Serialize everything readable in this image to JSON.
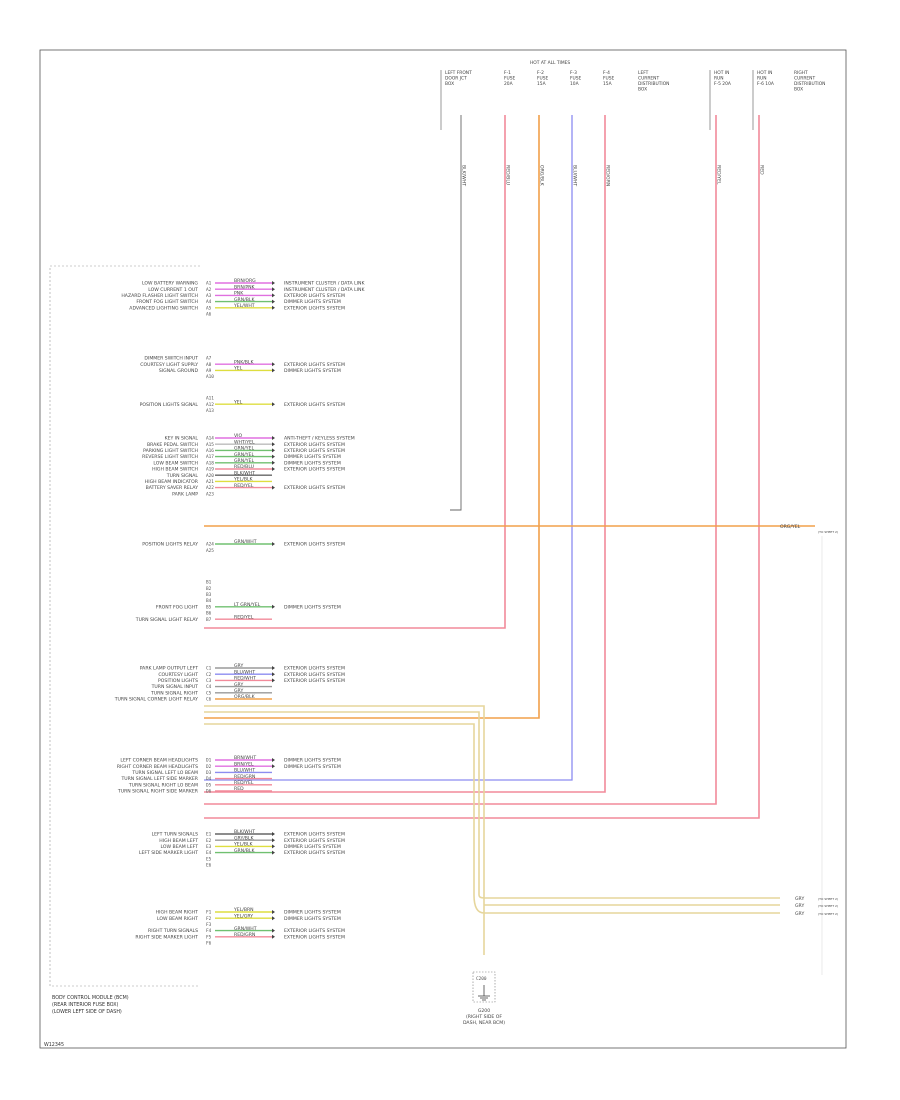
{
  "diagram": {
    "component_caption": [
      "BODY CONTROL MODULE (BCM)",
      "(REAR INTERIOR FUSE BOX)",
      "(LOWER LEFT SIDE OF DASH)"
    ],
    "ground_caption": [
      "G200",
      "(RIGHT SIDE OF",
      "DASH, NEAR BCM)"
    ],
    "ground_connector": "C200",
    "footer_code": "W12345",
    "right_ext_labels": [
      "(TO SHEET 2)",
      "(TO SHEET 2)",
      "(TO SHEET 2)",
      "(TO SHEET 2)"
    ],
    "top_header": {
      "group_title": "HOT AT ALL TIMES",
      "fuses": [
        {
          "lines": [
            "LEFT FRONT",
            "DOOR JCT",
            "BOX"
          ]
        },
        {
          "lines": [
            "F-1",
            "FUSE",
            "20A"
          ]
        },
        {
          "lines": [
            "F-2",
            "FUSE",
            "15A"
          ]
        },
        {
          "lines": [
            "F-3",
            "FUSE",
            "10A"
          ]
        },
        {
          "lines": [
            "F-4",
            "FUSE",
            "15A"
          ]
        },
        {
          "lines": [
            "LEFT",
            "CURRENT",
            "DISTRIBUTION",
            "BOX"
          ]
        },
        {
          "lines": [
            "HOT IN",
            "RUN",
            "F-5 20A"
          ]
        },
        {
          "lines": [
            "HOT IN",
            "RUN",
            "F-6 10A"
          ]
        },
        {
          "lines": [
            "RIGHT",
            "CURRENT",
            "DISTRIBUTION",
            "BOX"
          ]
        }
      ],
      "wire_labels": [
        "BLK/WHT",
        "RED/BLU",
        "ORG/BLK",
        "BLU/WHT",
        "RED/GRN",
        "RED/YEL",
        "RED"
      ]
    },
    "pin_groups": [
      {
        "rows": [
          {
            "label": "LOW BATTERY WARNING",
            "pin": "A1",
            "wire": "BRN/ORG",
            "dest": "INSTRUMENT CLUSTER / DATA LINK"
          },
          {
            "label": "LOW CURRENT 1 OUT",
            "pin": "A2",
            "wire": "BRN/PNK",
            "dest": "INSTRUMENT CLUSTER / DATA LINK"
          },
          {
            "label": "HAZARD FLASHER LIGHT SWITCH",
            "pin": "A3",
            "wire": "PNK",
            "dest": "EXTERIOR LIGHTS SYSTEM"
          },
          {
            "label": "FRONT FOG LIGHT SWITCH",
            "pin": "A4",
            "wire": "GRN/BLK",
            "dest": "DIMMER LIGHTS SYSTEM"
          },
          {
            "label": "ADVANCED LIGHTING SWITCH",
            "pin": "A5",
            "wire": "YEL/WHT",
            "dest": "EXTERIOR LIGHTS SYSTEM"
          },
          {
            "label": "",
            "pin": "A6",
            "wire": "",
            "dest": ""
          }
        ]
      },
      {
        "rows": [
          {
            "label": "DIMMER SWITCH INPUT",
            "pin": "A7",
            "wire": "",
            "dest": ""
          },
          {
            "label": "COURTESY LIGHT SUPPLY",
            "pin": "A8",
            "wire": "PNK/BLK",
            "dest": "EXTERIOR LIGHTS SYSTEM"
          },
          {
            "label": "SIGNAL GROUND",
            "pin": "A9",
            "wire": "YEL",
            "dest": "DIMMER LIGHTS SYSTEM"
          },
          {
            "label": "",
            "pin": "A10",
            "wire": "",
            "dest": ""
          }
        ]
      },
      {
        "rows": [
          {
            "label": "",
            "pin": "A11",
            "wire": "",
            "dest": ""
          },
          {
            "label": "POSITION LIGHTS SIGNAL",
            "pin": "A12",
            "wire": "YEL",
            "dest": "EXTERIOR LIGHTS SYSTEM"
          },
          {
            "label": "",
            "pin": "A13",
            "wire": "",
            "dest": ""
          }
        ]
      },
      {
        "rows": [
          {
            "label": "KEY IN SIGNAL",
            "pin": "A14",
            "wire": "VIO",
            "dest": "ANTI-THEFT / KEYLESS SYSTEM"
          },
          {
            "label": "BRAKE PEDAL SWITCH",
            "pin": "A15",
            "wire": "WHT/YEL",
            "dest": "EXTERIOR LIGHTS SYSTEM"
          },
          {
            "label": "PARKING LIGHT SWITCH",
            "pin": "A16",
            "wire": "GRN/YEL",
            "dest": "EXTERIOR LIGHTS SYSTEM"
          },
          {
            "label": "REVERSE LIGHT SWITCH",
            "pin": "A17",
            "wire": "GRN/YEL",
            "dest": "DIMMER LIGHTS SYSTEM"
          },
          {
            "label": "LOW BEAM SWITCH",
            "pin": "A18",
            "wire": "GRN/YEL",
            "dest": "DIMMER LIGHTS SYSTEM"
          },
          {
            "label": "HIGH BEAM SWITCH",
            "pin": "A19",
            "wire": "RED/BLU",
            "dest": "EXTERIOR LIGHTS SYSTEM"
          },
          {
            "label": "TURN SIGNAL",
            "pin": "A20",
            "wire": "BLK/WHT",
            "dest": ""
          },
          {
            "label": "HIGH BEAM INDICATOR",
            "pin": "A21",
            "wire": "YEL/BLK",
            "dest": ""
          },
          {
            "label": "BATTERY SAVER RELAY",
            "pin": "A22",
            "wire": "RED/YEL",
            "dest": "EXTERIOR LIGHTS SYSTEM"
          },
          {
            "label": "PARK LAMP",
            "pin": "A23",
            "wire": "",
            "dest": ""
          }
        ]
      },
      {
        "rows": [
          {
            "label": "POSITION LIGHTS RELAY",
            "pin": "A24",
            "wire": "GRN/WHT",
            "dest": "EXTERIOR LIGHTS SYSTEM"
          },
          {
            "label": "",
            "pin": "A25",
            "wire": "",
            "dest": ""
          }
        ]
      },
      {
        "rows": [
          {
            "label": "",
            "pin": "B1",
            "wire": "",
            "dest": ""
          },
          {
            "label": "",
            "pin": "B2",
            "wire": "",
            "dest": ""
          },
          {
            "label": "",
            "pin": "B3",
            "wire": "",
            "dest": ""
          },
          {
            "label": "",
            "pin": "B4",
            "wire": "",
            "dest": ""
          },
          {
            "label": "FRONT FOG LIGHT",
            "pin": "B5",
            "wire": "LT GRN/YEL",
            "dest": "DIMMER LIGHTS SYSTEM"
          },
          {
            "label": "",
            "pin": "B6",
            "wire": "",
            "dest": ""
          },
          {
            "label": "TURN SIGNAL LIGHT RELAY",
            "pin": "B7",
            "wire": "RED/YEL",
            "dest": ""
          }
        ]
      },
      {
        "rows": [
          {
            "label": "PARK LAMP OUTPUT LEFT",
            "pin": "C1",
            "wire": "GRY",
            "dest": "EXTERIOR LIGHTS SYSTEM"
          },
          {
            "label": "COURTESY LIGHT",
            "pin": "C2",
            "wire": "BLU/WHT",
            "dest": "EXTERIOR LIGHTS SYSTEM"
          },
          {
            "label": "POSITION LIGHTS",
            "pin": "C3",
            "wire": "RED/WHT",
            "dest": "EXTERIOR LIGHTS SYSTEM"
          },
          {
            "label": "TURN SIGNAL INPUT",
            "pin": "C4",
            "wire": "GRY",
            "dest": ""
          },
          {
            "label": "TURN SIGNAL RIGHT",
            "pin": "C5",
            "wire": "GRY",
            "dest": ""
          },
          {
            "label": "TURN SIGNAL CORNER LIGHT RELAY",
            "pin": "C6",
            "wire": "ORG/BLK",
            "dest": ""
          }
        ]
      },
      {
        "rows": [
          {
            "label": "LEFT CORNER BEAM HEADLIGHTS",
            "pin": "D1",
            "wire": "BRN/WHT",
            "dest": "DIMMER LIGHTS SYSTEM"
          },
          {
            "label": "RIGHT CORNER BEAM HEADLIGHTS",
            "pin": "D2",
            "wire": "BRN/YEL",
            "dest": "DIMMER LIGHTS SYSTEM"
          },
          {
            "label": "TURN SIGNAL LEFT LO BEAM",
            "pin": "D3",
            "wire": "BLU/WHT",
            "dest": ""
          },
          {
            "label": "TURN SIGNAL LEFT SIDE MARKER",
            "pin": "D4",
            "wire": "RED/GRN",
            "dest": ""
          },
          {
            "label": "TURN SIGNAL RIGHT LO BEAM",
            "pin": "D5",
            "wire": "RED/YEL",
            "dest": ""
          },
          {
            "label": "TURN SIGNAL RIGHT SIDE MARKER",
            "pin": "D6",
            "wire": "RED",
            "dest": ""
          }
        ]
      },
      {
        "rows": [
          {
            "label": "LEFT TURN SIGNALS",
            "pin": "E1",
            "wire": "BLK/WHT",
            "dest": "EXTERIOR LIGHTS SYSTEM"
          },
          {
            "label": "HIGH BEAM LEFT",
            "pin": "E2",
            "wire": "GRY/BLK",
            "dest": "EXTERIOR LIGHTS SYSTEM"
          },
          {
            "label": "LOW BEAM LEFT",
            "pin": "E3",
            "wire": "YEL/BLK",
            "dest": "DIMMER LIGHTS SYSTEM"
          },
          {
            "label": "LEFT SIDE MARKER LIGHT",
            "pin": "E4",
            "wire": "GRN/BLK",
            "dest": "EXTERIOR LIGHTS SYSTEM"
          },
          {
            "label": "",
            "pin": "E5",
            "wire": "",
            "dest": ""
          },
          {
            "label": "",
            "pin": "E6",
            "wire": "",
            "dest": ""
          }
        ]
      },
      {
        "rows": [
          {
            "label": "HIGH BEAM RIGHT",
            "pin": "F1",
            "wire": "YEL/BRN",
            "dest": "DIMMER LIGHTS SYSTEM"
          },
          {
            "label": "LOW BEAM RIGHT",
            "pin": "F2",
            "wire": "YEL/GRY",
            "dest": "DIMMER LIGHTS SYSTEM"
          },
          {
            "label": "",
            "pin": "F3",
            "wire": "",
            "dest": ""
          },
          {
            "label": "RIGHT TURN SIGNALS",
            "pin": "F4",
            "wire": "GRN/WHT",
            "dest": "EXTERIOR LIGHTS SYSTEM"
          },
          {
            "label": "RIGHT SIDE MARKER LIGHT",
            "pin": "F5",
            "wire": "RED/GRN",
            "dest": "EXTERIOR LIGHTS SYSTEM"
          },
          {
            "label": "",
            "pin": "F6",
            "wire": "",
            "dest": ""
          }
        ]
      }
    ],
    "right_side_labels": [
      "ORG/YEL",
      "GRY",
      "GRY",
      "GRY"
    ],
    "colors": {
      "frame": "#555555",
      "pink_red": "#f28a9a",
      "orange": "#f2a04a",
      "blue": "#8c8cf0",
      "tan": "#e6d69c",
      "dark": "#666666",
      "magenta": "#e070e0",
      "yellow": "#dede40",
      "green": "#70c070"
    }
  }
}
